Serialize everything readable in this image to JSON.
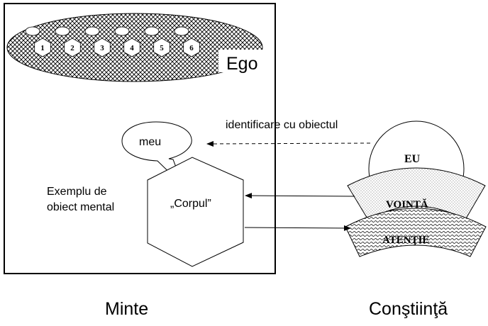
{
  "ego": {
    "label": "Ego",
    "items": [
      "1",
      "2",
      "3",
      "4",
      "5",
      "6"
    ]
  },
  "mind": {
    "label": "Minte",
    "example_label_line1": "Exemplu de",
    "example_label_line2": "obiect mental",
    "object_label": "„Corpul”",
    "bubble_label": "meu"
  },
  "consciousness": {
    "label": "Conştiinţă",
    "eu_label": "EU",
    "will_label": "VOINŢĂ",
    "attention_label": "ATENŢIE"
  },
  "identification_label": "identificare cu obiectul"
}
